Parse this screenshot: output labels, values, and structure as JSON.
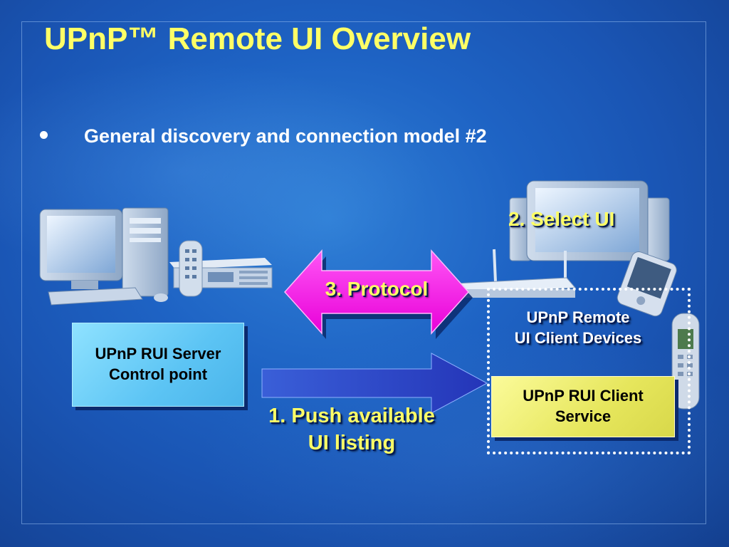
{
  "slide": {
    "title": "UPnP™ Remote UI Overview",
    "bullet": "General discovery and connection model #2"
  },
  "diagram": {
    "server_box": {
      "line1": "UPnP RUI Server",
      "line2": "Control point"
    },
    "client_devices": {
      "line1": "UPnP Remote",
      "line2": "UI Client Devices"
    },
    "client_service": {
      "line1": "UPnP RUI Client",
      "line2": "Service"
    },
    "steps": {
      "push": {
        "line1": "1. Push available",
        "line2": "UI listing"
      },
      "select": "2. Select UI",
      "protocol": "3. Protocol"
    }
  },
  "colors": {
    "title": "#ffff66",
    "protocol_arrow": "#ff22ee",
    "push_arrow": "#2e46c9",
    "server_box": "#5cc4f4",
    "client_box": "#e6e65c"
  },
  "icons": [
    "desktop-pc-icon",
    "set-top-box-icon",
    "remote-control-icon",
    "router-icon",
    "pda-icon",
    "cell-phone-icon"
  ]
}
